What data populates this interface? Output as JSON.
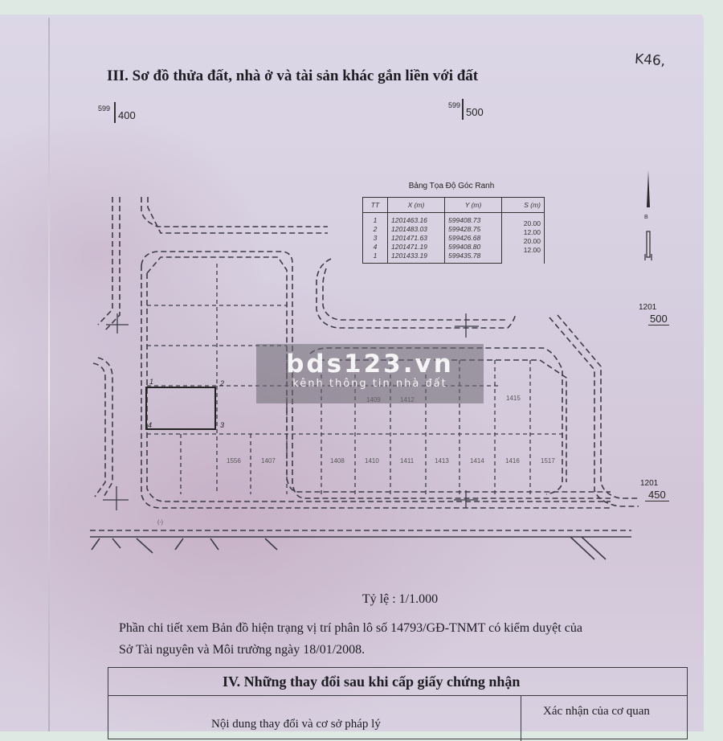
{
  "document": {
    "section3_title": "III. Sơ đồ thửa đất, nhà ở và tài sản khác gắn liền với đất",
    "handwritten_note": "K46,",
    "grid_ticks": {
      "top_left": {
        "prefix": "599",
        "value": "400"
      },
      "top_right": {
        "prefix": "599",
        "value": "500"
      },
      "right_upper": {
        "prefix": "1201",
        "value": "500"
      },
      "right_lower": {
        "prefix": "1201",
        "value": "450"
      }
    },
    "corner_table": {
      "title": "Bảng Tọa Độ Góc Ranh",
      "headers": [
        "TT",
        "X (m)",
        "Y (m)",
        "S (m)"
      ],
      "rows": [
        {
          "tt": "1",
          "x": "1201463.16",
          "y": "599408.73"
        },
        {
          "tt": "2",
          "x": "1201483.03",
          "y": "599428.75"
        },
        {
          "tt": "3",
          "x": "1201471.63",
          "y": "599426.68"
        },
        {
          "tt": "4",
          "x": "1201471.19",
          "y": "599408.80"
        },
        {
          "tt": "1",
          "x": "1201433.19",
          "y": "599435.78"
        }
      ],
      "distances": [
        "20.00",
        "12.00",
        "20.00",
        "12.00"
      ]
    },
    "parcel_points": [
      "1",
      "2",
      "3",
      "4"
    ],
    "lot_numbers_bottom_row": [
      "1556",
      "1407",
      "1408",
      "1410",
      "1411",
      "1413",
      "1414",
      "1416",
      "1517"
    ],
    "lot_numbers_upper_row": [
      "1409",
      "1412",
      "1415"
    ],
    "watermark": {
      "main": "bds123.vn",
      "sub": "kênh thông tin nhà đất"
    },
    "scale_text": "Tỷ lệ : 1/1.000",
    "note_line1": "Phần chi tiết xem Bản đồ hiện trạng vị trí phân lô số 14793/GĐ-TNMT có kiểm duyệt của",
    "note_line2": "Sở Tài nguyên và Môi trường ngày 18/01/2008.",
    "section4": {
      "title": "IV. Những thay đổi sau khi cấp giấy chứng nhận",
      "col_left": "Nội dung thay đổi và cơ sở pháp lý",
      "col_right": "Xác nhận của cơ quan"
    },
    "colors": {
      "paper": "#d8d0e0",
      "ink": "#1c1c22",
      "dash_line": "#3c3c46",
      "background": "#dfe9e4"
    }
  }
}
